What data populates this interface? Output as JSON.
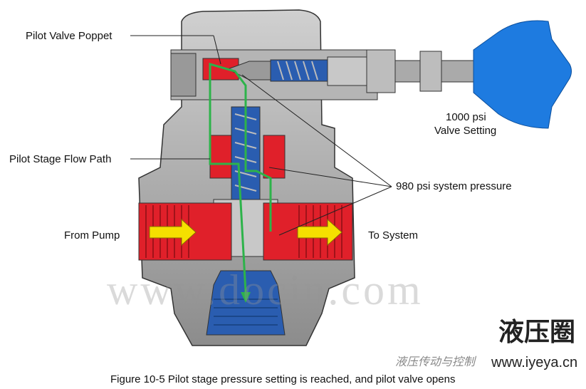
{
  "labels": {
    "pilot_valve_poppet": "Pilot Valve Poppet",
    "pilot_stage_flow_path": "Pilot Stage Flow Path",
    "from_pump": "From Pump",
    "to_system": "To System",
    "valve_setting_line1": "1000 psi",
    "valve_setting_line2": "Valve Setting",
    "system_pressure": "980 psi system pressure"
  },
  "caption": "Figure 10-5    Pilot stage pressure setting is reached, and pilot valve opens",
  "watermarks": {
    "background": "www.docin.com",
    "brand": "液压圈",
    "wechat": "液压传动与控制",
    "site": "www.iyeya.cn"
  },
  "colors": {
    "body": "#a8a8a8",
    "pressure": "#e0202a",
    "return": "#2a5db0",
    "knob": "#1e7be0",
    "flow_arrow": "#f5e000",
    "pilot_flow": "#2db34a"
  }
}
